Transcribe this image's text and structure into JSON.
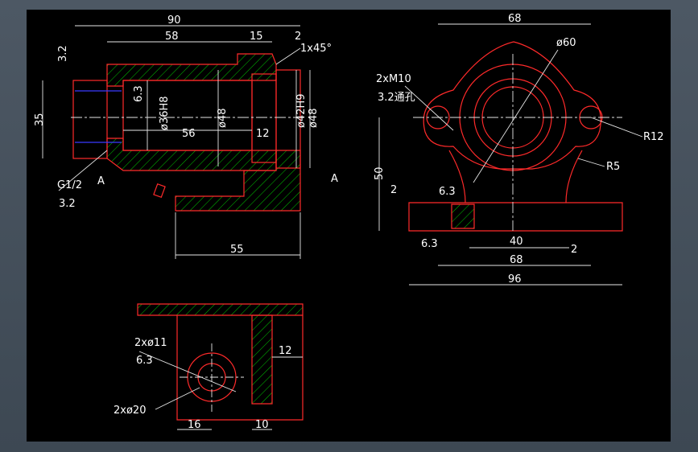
{
  "drawing": {
    "front_view": {
      "dims": {
        "len90": "90",
        "len58": "58",
        "len15": "15",
        "len2": "2",
        "chamfer": "1x45°",
        "rough_top": "3.2",
        "h35": "35",
        "d36": "ø36H8",
        "d48": "ø48",
        "d42": "ø42H9",
        "d48b": "ø48",
        "len56": "56",
        "len12": "12",
        "rough_63": "6.3",
        "thread": "G1/2",
        "rough_32": "3.2",
        "sec_a_left": "A",
        "sec_a_right": "A",
        "len55": "55"
      }
    },
    "side_view": {
      "dims": {
        "w68top": "68",
        "d60": "ø60",
        "holes": "2xM10",
        "holes_note": "3.2通孔",
        "r12": "R12",
        "r5": "R5",
        "h50": "50",
        "h2": "2",
        "rough_63a": "6.3",
        "rough_63b": "6.3",
        "w40": "40",
        "w68": "68",
        "w96": "96",
        "h2b": "2"
      }
    },
    "section_view": {
      "dims": {
        "holes11": "2xø11",
        "rough_63": "6.3",
        "holes20": "2xø20",
        "w16": "16",
        "w10": "10",
        "w12": "12"
      }
    }
  }
}
